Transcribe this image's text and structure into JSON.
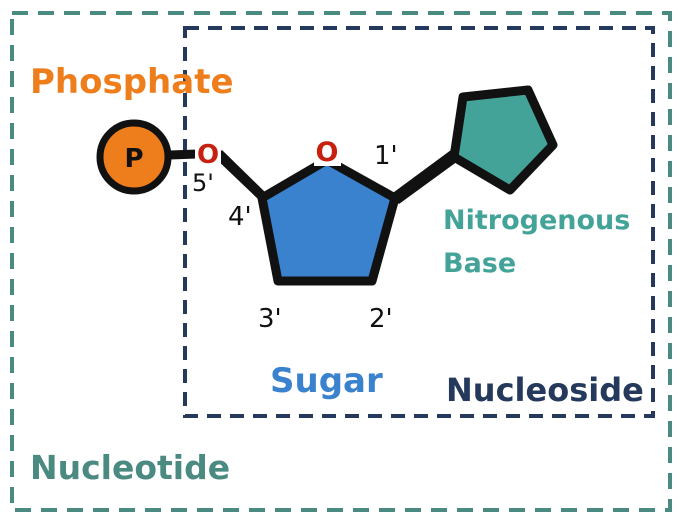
{
  "labels": {
    "phosphate": "Phosphate",
    "phosphate_symbol": "P",
    "oxygen_linker": "O",
    "oxygen_ring": "O",
    "nitrogenous_line1": "Nitrogenous",
    "nitrogenous_line2": "Base",
    "sugar": "Sugar",
    "nucleoside": "Nucleoside",
    "nucleotide": "Nucleotide",
    "carbon_1": "1'",
    "carbon_2": "2'",
    "carbon_3": "3'",
    "carbon_4": "4'",
    "carbon_5": "5'"
  },
  "colors": {
    "phosphate": "#ee7d1c",
    "sugar": "#3a82cd",
    "base": "#44a398",
    "nucleoside_border": "#24395b",
    "nucleotide_border": "#4a8a80",
    "oxygen": "#c8200e",
    "bond": "#111111"
  }
}
